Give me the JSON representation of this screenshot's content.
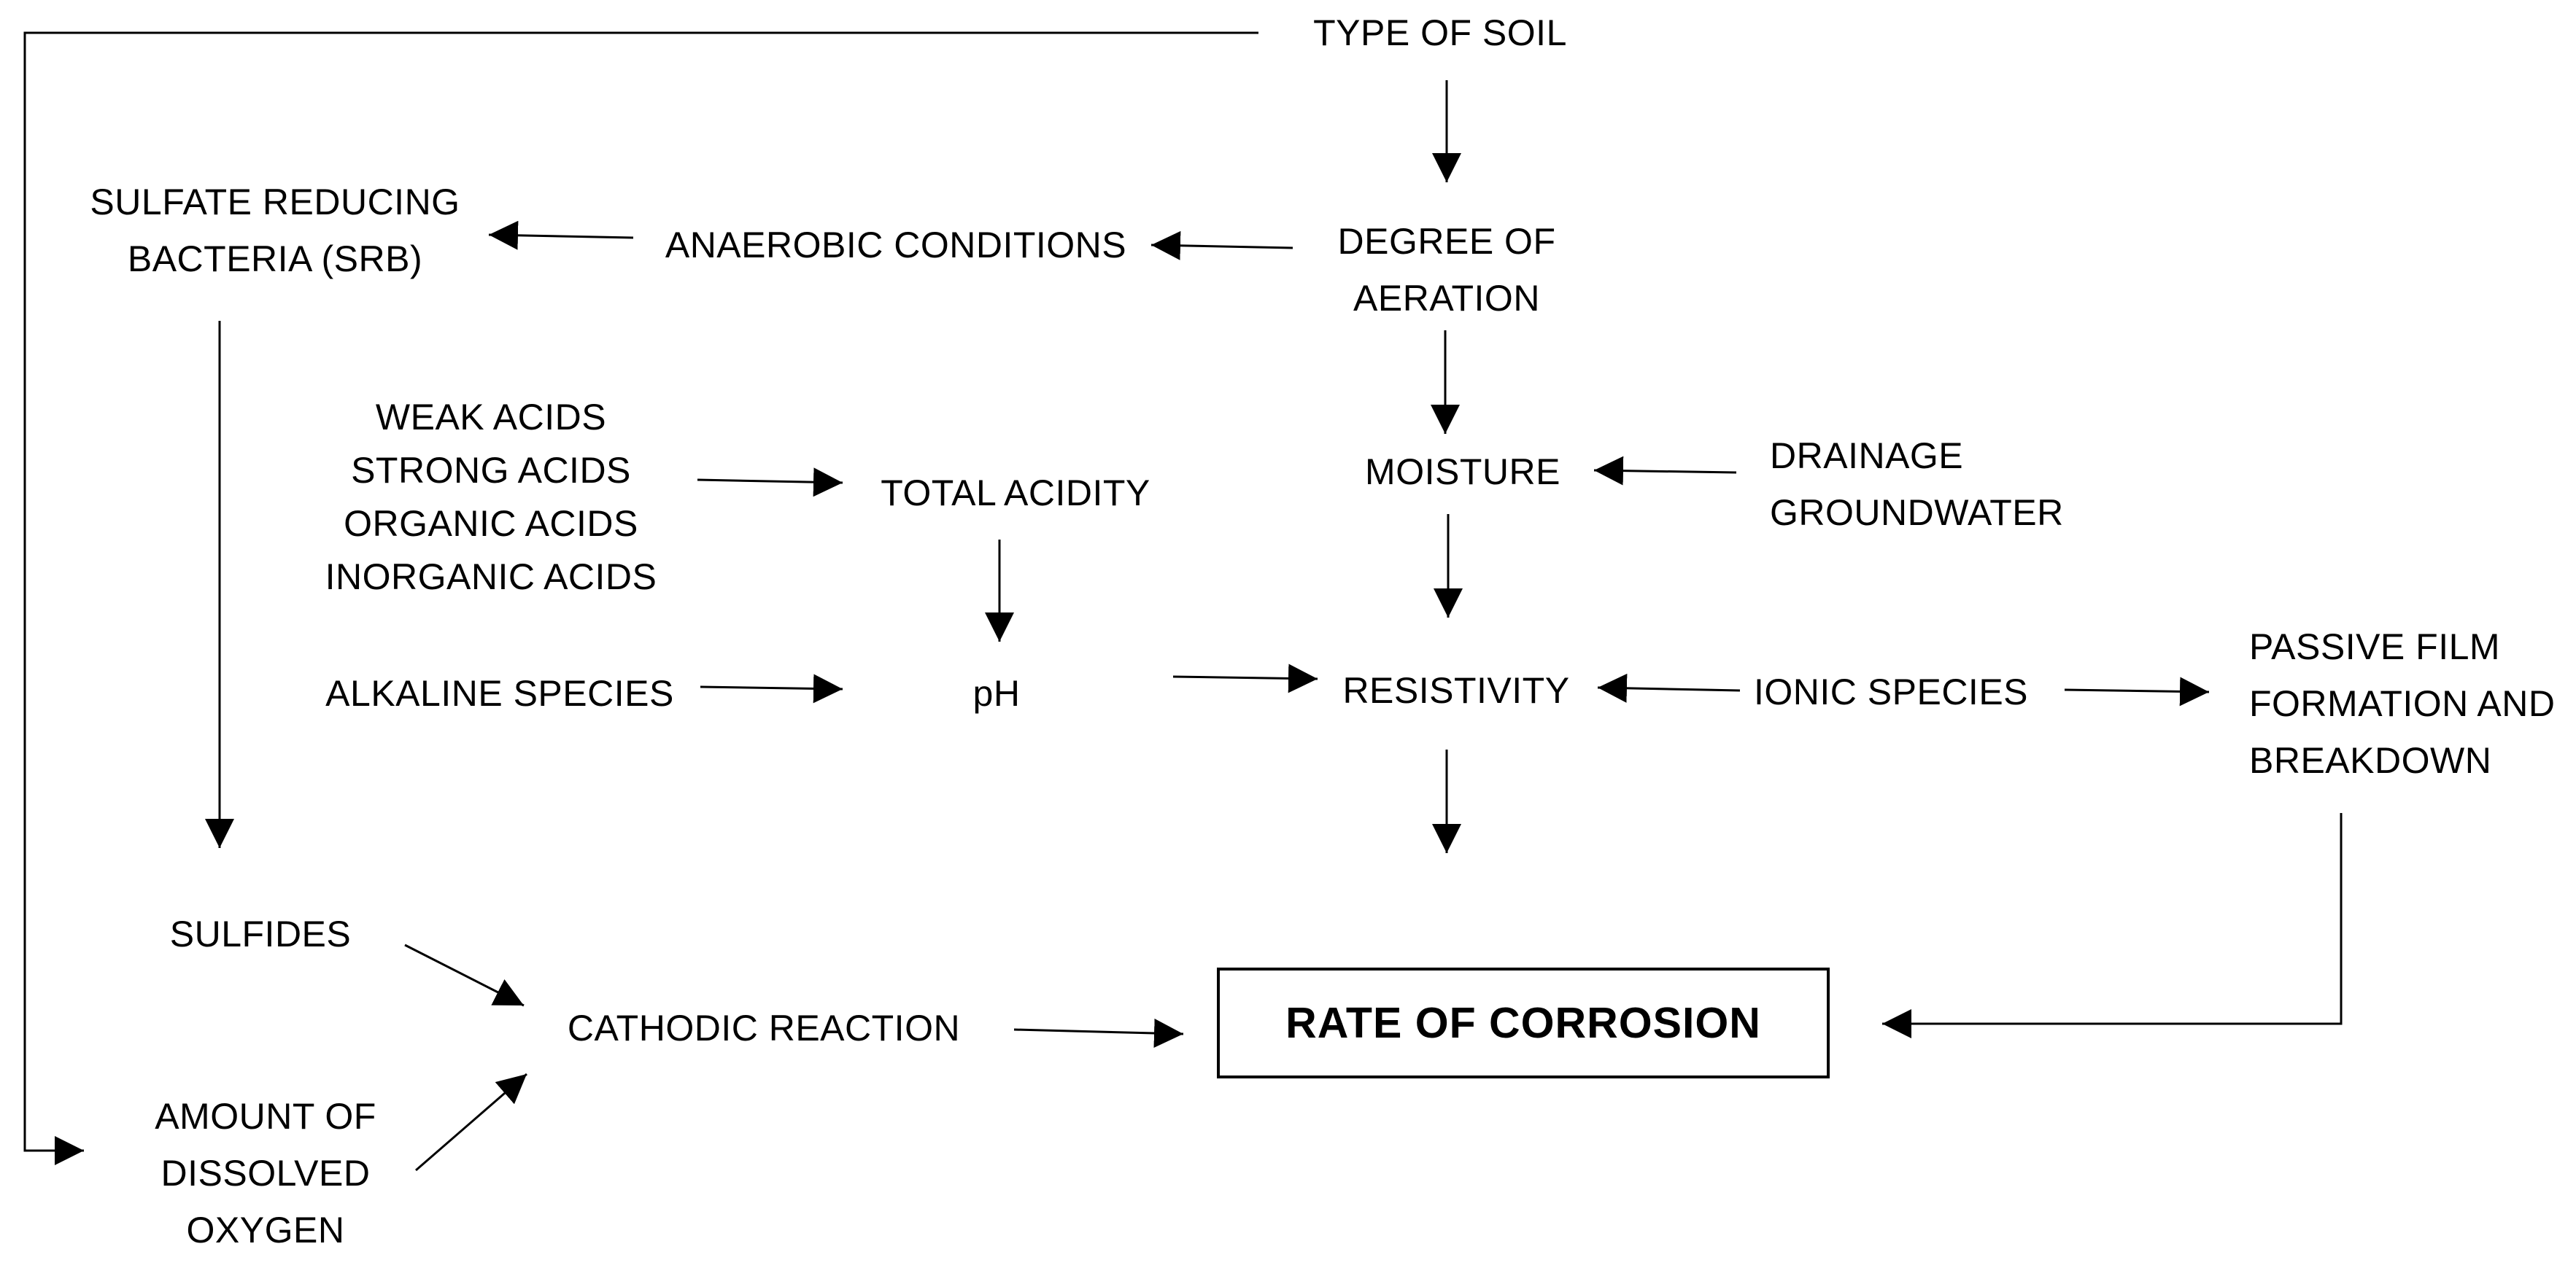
{
  "nodes": {
    "type_of_soil": "TYPE OF SOIL",
    "degree_of_aeration": [
      "DEGREE OF",
      "AERATION"
    ],
    "anaerobic_conditions": "ANAEROBIC CONDITIONS",
    "srb": [
      "SULFATE REDUCING",
      "BACTERIA (SRB)"
    ],
    "acids": [
      "WEAK ACIDS",
      "STRONG ACIDS",
      "ORGANIC ACIDS",
      "INORGANIC ACIDS"
    ],
    "total_acidity": "TOTAL ACIDITY",
    "moisture": "MOISTURE",
    "drainage": [
      "DRAINAGE",
      "GROUNDWATER"
    ],
    "alkaline_species": "ALKALINE SPECIES",
    "ph": "pH",
    "resistivity": "RESISTIVITY",
    "ionic_species": "IONIC SPECIES",
    "passive_film": [
      "PASSIVE FILM",
      "FORMATION AND",
      "BREAKDOWN"
    ],
    "sulfides": "SULFIDES",
    "cathodic_reaction": "CATHODIC REACTION",
    "dissolved_oxygen": [
      "AMOUNT OF",
      "DISSOLVED",
      "OXYGEN"
    ],
    "rate_of_corrosion": "RATE OF CORROSION"
  }
}
